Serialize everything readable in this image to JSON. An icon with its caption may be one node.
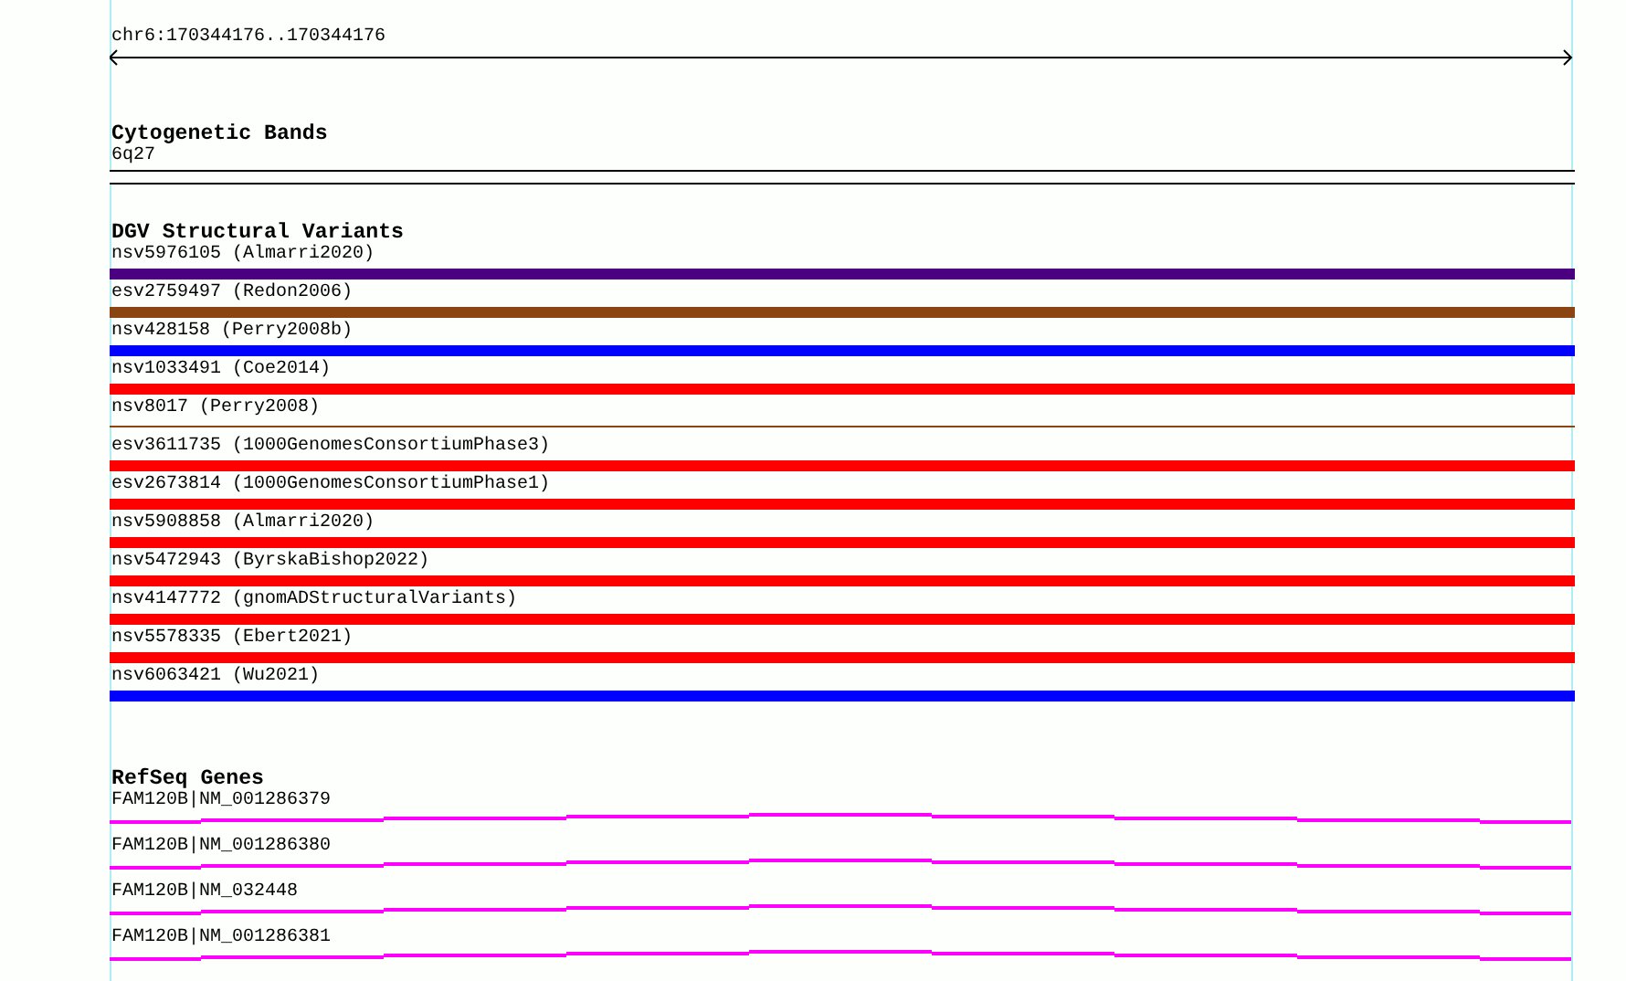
{
  "diagram": {
    "nodes": [
      {
        "text": [
          "6q27"
        ]
      },
      {
        "text": [
          "nsv5976105 (Almarri2020)"
        ]
      },
      {
        "text": [
          "esv2759497 (Redon2006)"
        ]
      },
      {
        "text": [
          "nsv428158 (Perry2008b)"
        ]
      },
      {
        "text": [
          "nsv1033491 (Coe2014)"
        ]
      },
      {
        "text": [
          "nsv8017 (Perry2008)"
        ]
      },
      {
        "text": [
          "esv3611735 (1000GenomesConsortiumPhase3)"
        ]
      },
      {
        "text": [
          "esv2673814 (1000GenomesConsortiumPhase1)"
        ]
      },
      {
        "text": [
          "nsv5908858 (Almarri2020)"
        ]
      },
      {
        "text": [
          "nsv5472943 (ByrskaBishop2022)"
        ]
      },
      {
        "text": [
          "nsv4147772 (gnomADStructuralVariants)"
        ]
      },
      {
        "text": [
          "nsv5578335 (Ebert2021)"
        ]
      },
      {
        "text": [
          "nsv6063421 (Wu2021)"
        ]
      },
      {
        "text": [
          "FAM120B|NM_001286379"
        ]
      },
      {
        "text": [
          "FAM120B|NM_001286380"
        ]
      },
      {
        "text": [
          "FAM120B|NM_032448"
        ]
      },
      {
        "text": [
          "FAM120B|NM_001286381"
        ]
      }
    ],
    "labels": [
      "chr6:170344176..170344176",
      "Cytogenetic Bands",
      "DGV Structural Variants",
      "RefSeq Genes"
    ]
  }
}
